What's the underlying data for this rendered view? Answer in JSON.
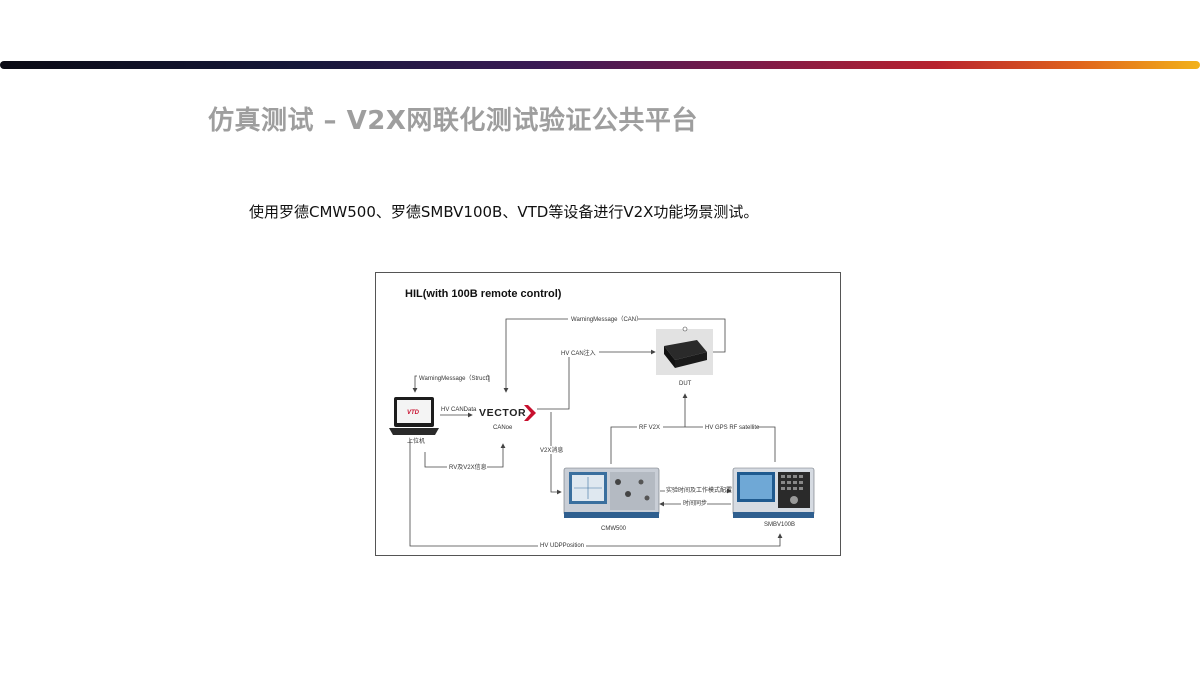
{
  "slide": {
    "title": "仿真测试 – V2X网联化测试验证公共平台",
    "description": "使用罗德CMW500、罗德SMBV100B、VTD等设备进行V2X功能场景测试。"
  },
  "diagram": {
    "heading": "HIL(with 100B remote control)",
    "nodes": {
      "laptop": {
        "caption": "上位机",
        "logo": "VTD"
      },
      "canoe": {
        "logo": "VECTOR",
        "caption": "CANoe"
      },
      "dut": {
        "caption": "DUT"
      },
      "cmw500": {
        "caption": "CMW500"
      },
      "smbv100b": {
        "caption": "SMBV100B"
      }
    },
    "edges": {
      "warning_can": "WarningMessage（CAN）",
      "warning_struct": "WarningMessage（Struct）",
      "hv_can_inject": "HV CAN注入",
      "hv_candata": "HV CANData",
      "rv_v2x": "RV及V2X信息",
      "v2x_info": "V2X消息",
      "rf_v2x": "RF V2X",
      "hv_gps": "HV GPS RF satellite",
      "time_config": "实验时间及工作模式配置",
      "time_sync": "时间同步",
      "hv_udp": "HV UDPPosition"
    },
    "colors": {
      "accent_red": "#c8102e",
      "line": "#444444"
    }
  }
}
